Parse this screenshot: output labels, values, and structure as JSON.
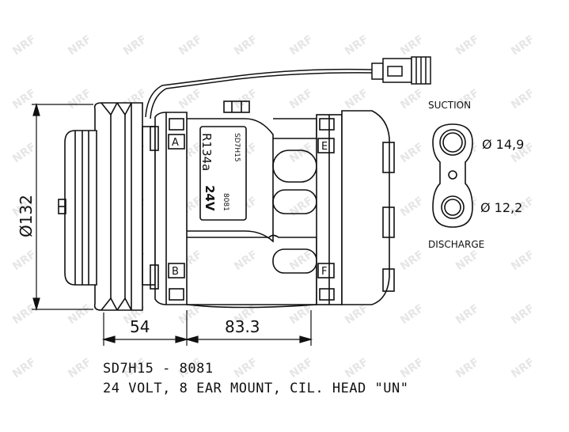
{
  "colors": {
    "line": "#111111",
    "watermark": "#e6e6e6",
    "background": "#ffffff"
  },
  "watermark": {
    "text": "NRF",
    "icon": "nrf-logo-watermark"
  },
  "ports": {
    "suction_label": "SUCTION",
    "suction_diameter": "Ø 14,9",
    "discharge_label": "DISCHARGE",
    "discharge_diameter": "Ø 12,2"
  },
  "dimensions": {
    "height": "Ø132",
    "pulley_length": "54",
    "body_length": "83.3"
  },
  "body_letters": [
    "A",
    "B",
    "E",
    "F"
  ],
  "label_plate": {
    "model": "SD7H15",
    "refrigerant": "R134a",
    "voltage": "24V",
    "code": "8081"
  },
  "caption": {
    "model": "SD7H15 - 8081",
    "description": "24 VOLT, 8 EAR MOUNT, CIL. HEAD \"UN\""
  }
}
